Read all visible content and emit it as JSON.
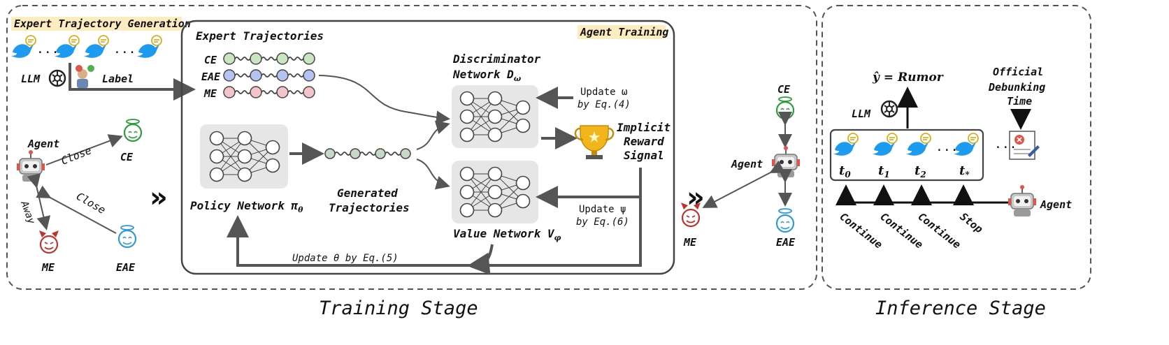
{
  "training": {
    "stage_label": "Training Stage",
    "expert_gen": {
      "title": "Expert Trajectory Generation",
      "llm_label": "LLM",
      "label_label": "Label",
      "ellipsis": "..."
    },
    "expert_trajectories_title": "Expert Trajectories",
    "agent_training_title": "Agent Training",
    "trajectories": [
      {
        "name": "CE",
        "color": "#c9e6c1"
      },
      {
        "name": "EAE",
        "color": "#b4c3f2"
      },
      {
        "name": "ME",
        "color": "#f4c4cb"
      }
    ],
    "discriminator": {
      "line1": "Discriminator",
      "line2": "Network D",
      "sub": "ω"
    },
    "policy": {
      "label": "Policy Network π",
      "sub": "θ"
    },
    "value": {
      "label": "Value Network V",
      "sub": "φ"
    },
    "generated": {
      "line1": "Generated",
      "line2": "Trajectories"
    },
    "update_omega": {
      "line1": "Update ω",
      "line2": "by Eq.(4)"
    },
    "update_psi": {
      "line1": "Update ψ",
      "line2": "by Eq.(6)"
    },
    "update_theta": "Update θ by Eq.(5)",
    "reward": {
      "line1": "Implicit",
      "line2": "Reward",
      "line3": "Signal"
    },
    "agent_graph": {
      "agent": "Agent",
      "ce": "CE",
      "me": "ME",
      "eae": "EAE",
      "close1": "Close",
      "close2": "Close",
      "away": "Away"
    },
    "right_graph": {
      "ce": "CE",
      "agent": "Agent",
      "me": "ME",
      "eae": "EAE"
    }
  },
  "inference": {
    "stage_label": "Inference Stage",
    "y_hat": "ŷ = Rumor",
    "official": {
      "line1": "Official",
      "line2": "Debunking",
      "line3": "Time"
    },
    "llm_label": "LLM",
    "timesteps": [
      "t",
      "t",
      "t",
      "t"
    ],
    "timestep_subs": [
      "0",
      "1",
      "2",
      "*"
    ],
    "ellipsis": "...",
    "agent_label": "Agent",
    "actions": [
      "Continue",
      "Continue",
      "Continue",
      "Stop"
    ]
  },
  "colors": {
    "bird": "#1d9bf0",
    "ce_green": "#2e9c3a",
    "eae_blue": "#2e9bd8",
    "me_red": "#c0332d",
    "highlight": "#fdecc0",
    "trophy": "#f2b51c"
  }
}
